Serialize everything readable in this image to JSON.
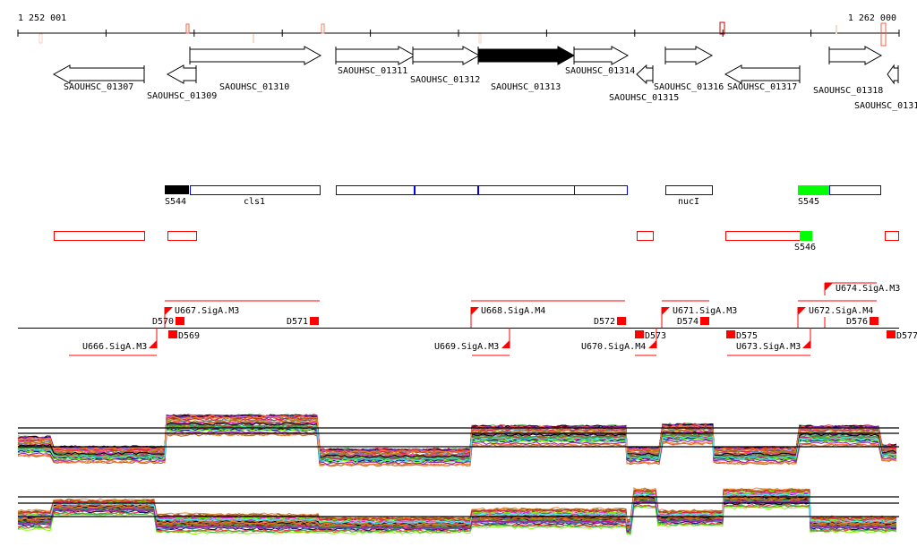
{
  "ruler": {
    "start_label": "1 252 001",
    "end_label": "1 262 000"
  },
  "genes": [
    {
      "name": "SAOUHSC_01307",
      "strand": "-"
    },
    {
      "name": "SAOUHSC_01309",
      "strand": "-"
    },
    {
      "name": "SAOUHSC_01310",
      "strand": "+"
    },
    {
      "name": "SAOUHSC_01311",
      "strand": "+"
    },
    {
      "name": "SAOUHSC_01312",
      "strand": "+"
    },
    {
      "name": "SAOUHSC_01313",
      "strand": "+",
      "selected": true
    },
    {
      "name": "SAOUHSC_01314",
      "strand": "+"
    },
    {
      "name": "SAOUHSC_01315",
      "strand": "-"
    },
    {
      "name": "SAOUHSC_01316",
      "strand": "+"
    },
    {
      "name": "SAOUHSC_01317",
      "strand": "-"
    },
    {
      "name": "SAOUHSC_01318",
      "strand": "+"
    },
    {
      "name": "SAOUHSC_0131",
      "strand": "-"
    }
  ],
  "features_plus": {
    "labels": [
      "S544",
      "cls1",
      "nucI",
      "S545"
    ]
  },
  "features_minus": {
    "labels": [
      "S546"
    ]
  },
  "transcription": {
    "upper": [
      "U667.SigA.M3",
      "U668.SigA.M4",
      "U671.SigA.M3",
      "U672.SigA.M4",
      "U674.SigA.M3"
    ],
    "lower": [
      "U666.SigA.M3",
      "U669.SigA.M3",
      "U670.SigA.M4",
      "U673.SigA.M3"
    ],
    "down_upper": [
      "D570",
      "D571",
      "D572",
      "D574",
      "D576"
    ],
    "down_lower": [
      "D569",
      "D573",
      "D575",
      "D577"
    ]
  },
  "colors": {
    "feature_plus": "#0000ff",
    "feature_minus": "#ff0000",
    "sigma": "#ff0000",
    "green": "#00ff00",
    "selected_gene": "#000000"
  }
}
